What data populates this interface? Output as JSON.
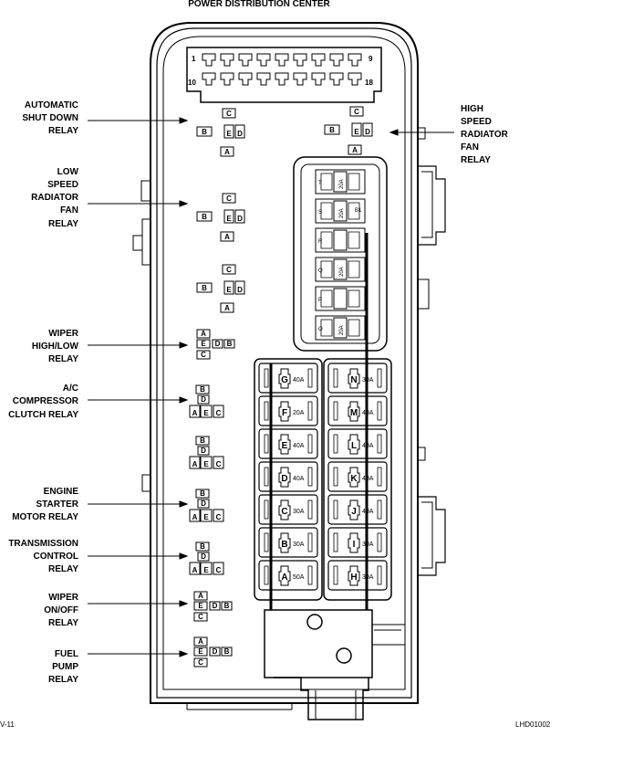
{
  "title": "POWER DISTRIBUTION CENTER",
  "connector": {
    "pin_1": "1",
    "pin_9": "9",
    "pin_10": "10",
    "pin_18": "18"
  },
  "labels": {
    "asd": [
      "AUTOMATIC",
      "SHUT DOWN",
      "RELAY"
    ],
    "low_fan": [
      "LOW",
      "SPEED",
      "RADIATOR",
      "FAN",
      "RELAY"
    ],
    "wiper_hl": [
      "WIPER",
      "HIGH/LOW",
      "RELAY"
    ],
    "ac": [
      "A/C",
      "COMPRESSOR",
      "CLUTCH RELAY"
    ],
    "starter": [
      "ENGINE",
      "STARTER",
      "MOTOR RELAY"
    ],
    "trans": [
      "TRANSMISSION",
      "CONTROL",
      "RELAY"
    ],
    "wiper_onoff": [
      "WIPER",
      "ON/OFF",
      "RELAY"
    ],
    "fuel": [
      "FUEL",
      "PUMP",
      "RELAY"
    ],
    "high_fan": [
      "HIGH",
      "SPEED",
      "RADIATOR",
      "FAN",
      "RELAY"
    ]
  },
  "pins": {
    "a": "A",
    "b": "B",
    "c": "C",
    "d": "D",
    "e": "E"
  },
  "mini_fuses": [
    {
      "letter": "T",
      "amp": "20A"
    },
    {
      "letter": "S",
      "amp": "20A"
    },
    {
      "letter": "R",
      "amp": ""
    },
    {
      "letter": "Q",
      "amp": "20A"
    },
    {
      "letter": "P",
      "amp": ""
    },
    {
      "letter": "O",
      "amp": "20A"
    }
  ],
  "mini_extra": "B1",
  "maxi_left": [
    {
      "letter": "G",
      "amp": "40A"
    },
    {
      "letter": "F",
      "amp": "20A"
    },
    {
      "letter": "E",
      "amp": "40A"
    },
    {
      "letter": "D",
      "amp": "40A"
    },
    {
      "letter": "C",
      "amp": "30A"
    },
    {
      "letter": "B",
      "amp": "30A"
    },
    {
      "letter": "A",
      "amp": "50A"
    }
  ],
  "maxi_right": [
    {
      "letter": "N",
      "amp": "30A"
    },
    {
      "letter": "M",
      "amp": "40A"
    },
    {
      "letter": "L",
      "amp": "40A"
    },
    {
      "letter": "K",
      "amp": "40A"
    },
    {
      "letter": "J",
      "amp": "40A"
    },
    {
      "letter": "I",
      "amp": "30A"
    },
    {
      "letter": "H",
      "amp": "30A"
    }
  ],
  "footer": {
    "left": "V-11",
    "right": "LHD01002"
  }
}
